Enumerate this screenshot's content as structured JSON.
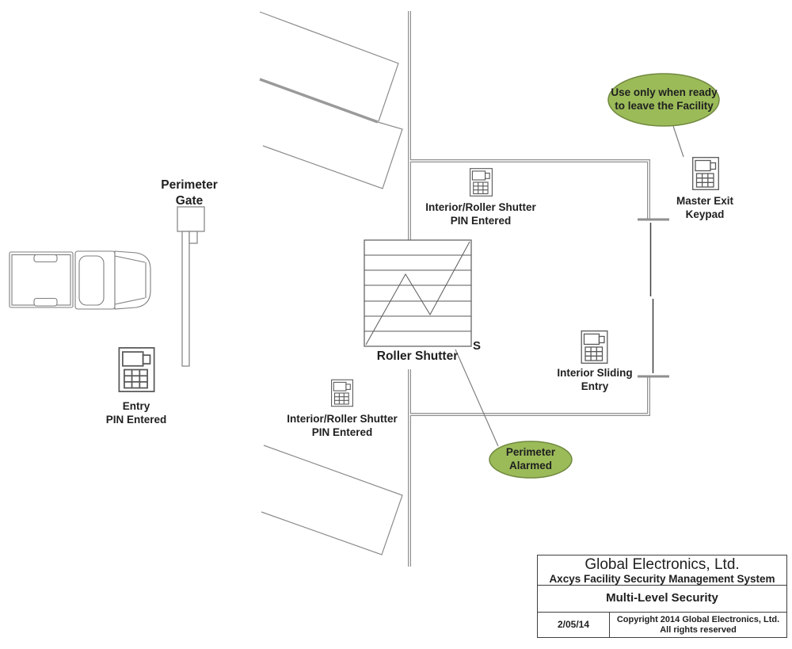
{
  "diagram": {
    "labels": {
      "perimeter_gate": {
        "line1": "Perimeter",
        "line2": "Gate"
      },
      "entry_keypad": {
        "line1": "Entry",
        "line2": "PIN Entered"
      },
      "interior_roller_top": {
        "line1": "Interior/Roller Shutter",
        "line2": "PIN Entered"
      },
      "interior_roller_bottom": {
        "line1": "Interior/Roller Shutter",
        "line2": "PIN Entered"
      },
      "master_exit": {
        "line1": "Master Exit",
        "line2": "Keypad"
      },
      "interior_sliding": {
        "line1": "Interior Sliding",
        "line2": "Entry"
      },
      "roller_shutter": "Roller Shutter",
      "s_marker": "S"
    },
    "callouts": {
      "exit_note": {
        "line1": "Use only when ready",
        "line2": "to leave the Facility"
      },
      "perimeter_alarmed": {
        "line1": "Perimeter",
        "line2": "Alarmed"
      }
    },
    "colors": {
      "callout_fill": "#9bbb59",
      "callout_border": "#71893f",
      "wall_gray": "#8f8f8f",
      "outline_gray": "#7f7f7f",
      "device_gray": "#595959"
    }
  },
  "title_block": {
    "company": "Global Electronics, Ltd.",
    "system": "Axcys Facility Security Management System",
    "title": "Multi-Level Security",
    "date": "2/05/14",
    "copyright": "Copyright  2014  Global Electronics, Ltd.  All rights reserved"
  }
}
